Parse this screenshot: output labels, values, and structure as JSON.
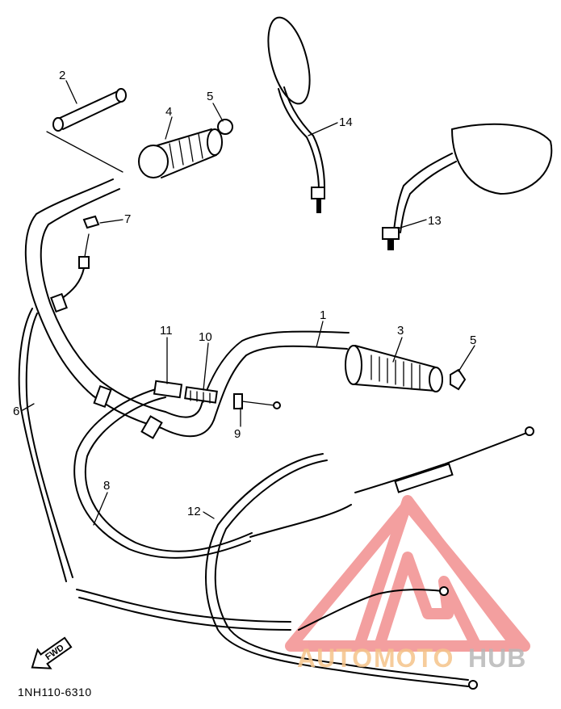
{
  "diagram": {
    "part_code": "1NH110-6310",
    "forward_label": "FWD",
    "callouts": [
      {
        "id": "1",
        "text": "1"
      },
      {
        "id": "2",
        "text": "2"
      },
      {
        "id": "3",
        "text": "3"
      },
      {
        "id": "4",
        "text": "4"
      },
      {
        "id": "5a",
        "text": "5"
      },
      {
        "id": "5b",
        "text": "5"
      },
      {
        "id": "6",
        "text": "6"
      },
      {
        "id": "7",
        "text": "7"
      },
      {
        "id": "8",
        "text": "8"
      },
      {
        "id": "9",
        "text": "9"
      },
      {
        "id": "10",
        "text": "10"
      },
      {
        "id": "11",
        "text": "11"
      },
      {
        "id": "12",
        "text": "12"
      },
      {
        "id": "13",
        "text": "13"
      },
      {
        "id": "14",
        "text": "14"
      }
    ]
  },
  "watermark": {
    "part1": "AUTO",
    "part2": "MOTO",
    "part3": "HUB",
    "color_triangle": "#f08080",
    "color_auto": "#f5c48a",
    "color_moto": "#f5c48a",
    "color_hub": "#b8b8b8"
  }
}
